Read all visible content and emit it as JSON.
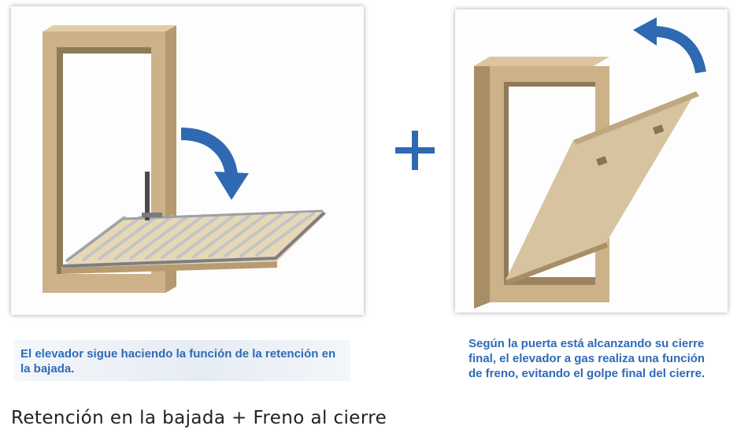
{
  "colors": {
    "arrow": "#2f69b2",
    "plus": "#2f69b2",
    "frame_wood": "#cdb48c",
    "caption_text": "#2f6ab7",
    "title_text": "#222222"
  },
  "icons": [
    "curved-arrow-down-icon",
    "curved-arrow-up-icon",
    "plus-icon"
  ],
  "left_panel": {
    "caption": "El elevador sigue haciendo la función de la retención en la bajada."
  },
  "right_panel": {
    "caption": "Según la puerta está alcanzando su cierre final, el elevador a gas realiza una función de freno, evitando el golpe final del cierre."
  },
  "summary_title": "Retención en la bajada + Freno al cierre"
}
